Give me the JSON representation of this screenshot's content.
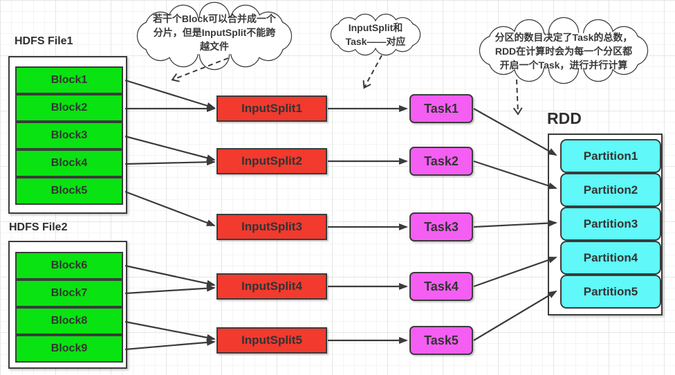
{
  "colors": {
    "block-green": "#09e311",
    "split-red": "#f23a2e",
    "task-magenta": "#f55ef2",
    "partition-cyan": "#60f8f8",
    "line-dark": "#3b3b3b",
    "text-dark": "#333333",
    "node-border": "#3b3b3b",
    "container-bg": "#ffffff",
    "grid-minor": "#f3f4f3",
    "grid-major": "#e4e6e4"
  },
  "files": [
    {
      "label": "HDFS File1",
      "blocks": [
        "Block1",
        "Block2",
        "Block3",
        "Block4",
        "Block5"
      ]
    },
    {
      "label": "HDFS File2",
      "blocks": [
        "Block6",
        "Block7",
        "Block8",
        "Block9"
      ]
    }
  ],
  "input_splits": [
    "InputSplit1",
    "InputSplit2",
    "InputSplit3",
    "InputSplit4",
    "InputSplit5"
  ],
  "tasks": [
    "Task1",
    "Task2",
    "Task3",
    "Task4",
    "Task5"
  ],
  "rdd": {
    "label": "RDD",
    "partitions": [
      "Partition1",
      "Partition2",
      "Partition3",
      "Partition4",
      "Partition5"
    ]
  },
  "clouds": [
    {
      "lines": [
        "若干个Block可以合并成一个",
        "分片，但是InputSplit不能跨",
        "越文件"
      ]
    },
    {
      "lines": [
        "InputSplit和",
        "Task——对应"
      ]
    },
    {
      "lines": [
        "分区的数目决定了Task的总数，",
        "RDD在计算时会为每一个分区都",
        "开启一个Task，进行并行计算"
      ]
    }
  ]
}
